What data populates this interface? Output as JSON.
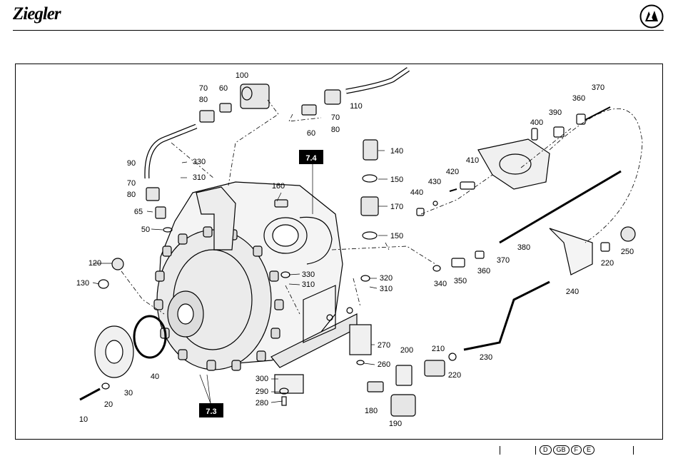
{
  "header": {
    "brand": "Ziegler"
  },
  "section_labels": {
    "pump_body": "7.4",
    "pump_front": "7.3"
  },
  "callouts": {
    "c10": "10",
    "c20": "20",
    "c30": "30",
    "c40": "40",
    "c50": "50",
    "c60a": "60",
    "c60b": "60",
    "c65": "65",
    "c70a": "70",
    "c70b": "70",
    "c70c": "70",
    "c80a": "80",
    "c80b": "80",
    "c80c": "80",
    "c90": "90",
    "c100": "100",
    "c110": "110",
    "c120": "120",
    "c130": "130",
    "c140": "140",
    "c150a": "150",
    "c150b": "150",
    "c160": "160",
    "c170": "170",
    "c180": "180",
    "c190": "190",
    "c200": "200",
    "c210": "210",
    "c220a": "220",
    "c220b": "220",
    "c230": "230",
    "c240": "240",
    "c250": "250",
    "c260": "260",
    "c270": "270",
    "c280": "280",
    "c290": "290",
    "c300": "300",
    "c310a": "310",
    "c310b": "310",
    "c310c": "310",
    "c320": "320",
    "c330a": "330",
    "c330b": "330",
    "c340": "340",
    "c350": "350",
    "c360a": "360",
    "c360b": "360",
    "c370a": "370",
    "c370b": "370",
    "c380": "380",
    "c390": "390",
    "c400": "400",
    "c410": "410",
    "c420": "420",
    "c430": "430",
    "c440": "440"
  },
  "footer": {
    "languages": [
      "D",
      "GB",
      "F",
      "E"
    ]
  }
}
